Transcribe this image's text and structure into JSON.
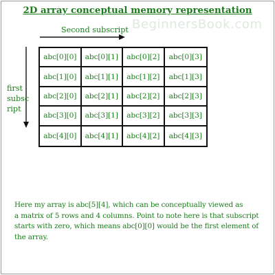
{
  "title": "2D array conceptual memory representation",
  "watermark": "BeginnersBook.com",
  "second_subscript_label": "Second subscript",
  "first_subscript_label_lines": [
    "first",
    "subsc",
    "ript"
  ],
  "grid": {
    "rows": [
      [
        "abc[0][0]",
        "abc[0][1]",
        "abc[0][2]",
        "abc[0][3]"
      ],
      [
        "abc[1][0]",
        "abc[1][1]",
        "abc[1][2]",
        "abc[1][3]"
      ],
      [
        "abc[2][0]",
        "abc[2][1]",
        "abc[2][2]",
        "abc[2][3]"
      ],
      [
        "abc[3][0]",
        "abc[3][1]",
        "abc[3][2]",
        "abc[3][3]"
      ],
      [
        "abc[4][0]",
        "abc[4][1]",
        "abc[4][2]",
        "abc[4][3]"
      ]
    ]
  },
  "description_lines": [
    "Here my array is abc[5][4], which can be conceptually viewed as",
    "a matrix of 5 rows and 4 columns. Point to note here is that subscript",
    "starts with zero, which means abc[0][0] would be the first element of",
    "the array."
  ],
  "colors": {
    "text_green": "#1a7d1a",
    "title_green": "#1f7a1f",
    "grid_border": "#111111",
    "watermark": "#e0e8e0"
  }
}
